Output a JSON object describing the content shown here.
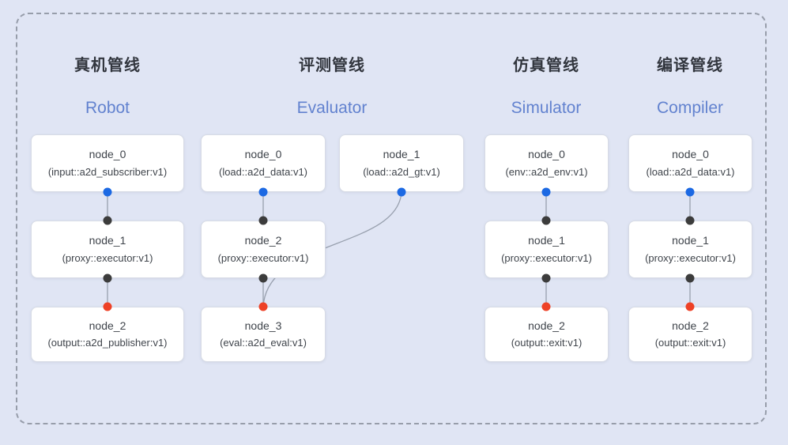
{
  "colors": {
    "background": "#e0e5f4",
    "node-fill": "#ffffff",
    "node-border": "#d7dbe5",
    "title-zh": "#32363e",
    "title-en": "#6282cf",
    "node-text": "#3f444b",
    "connector": "#98a0ae",
    "dashed-border": "#979daa",
    "port-blue": "#1c69e3",
    "port-dark": "#3c3c3c",
    "port-red": "#ee4126"
  },
  "diagram": {
    "pipelines": [
      {
        "title_zh": "真机管线",
        "title_en": "Robot",
        "nodes": [
          {
            "name": "node_0",
            "type": "(input::a2d_subscriber:v1)"
          },
          {
            "name": "node_1",
            "type": "(proxy::executor:v1)"
          },
          {
            "name": "node_2",
            "type": "(output::a2d_publisher:v1)"
          }
        ]
      },
      {
        "title_zh": "评测管线",
        "title_en": "Evaluator",
        "nodes": [
          {
            "name": "node_0",
            "type": "(load::a2d_data:v1)"
          },
          {
            "name": "node_1",
            "type": "(load::a2d_gt:v1)"
          },
          {
            "name": "node_2",
            "type": "(proxy::executor:v1)"
          },
          {
            "name": "node_3",
            "type": "(eval::a2d_eval:v1)"
          }
        ]
      },
      {
        "title_zh": "仿真管线",
        "title_en": "Simulator",
        "nodes": [
          {
            "name": "node_0",
            "type": "(env::a2d_env:v1)"
          },
          {
            "name": "node_1",
            "type": "(proxy::executor:v1)"
          },
          {
            "name": "node_2",
            "type": "(output::exit:v1)"
          }
        ]
      },
      {
        "title_zh": "编译管线",
        "title_en": "Compiler",
        "nodes": [
          {
            "name": "node_0",
            "type": "(load::a2d_data:v1)"
          },
          {
            "name": "node_1",
            "type": "(proxy::executor:v1)"
          },
          {
            "name": "node_2",
            "type": "(output::exit:v1)"
          }
        ]
      }
    ]
  }
}
